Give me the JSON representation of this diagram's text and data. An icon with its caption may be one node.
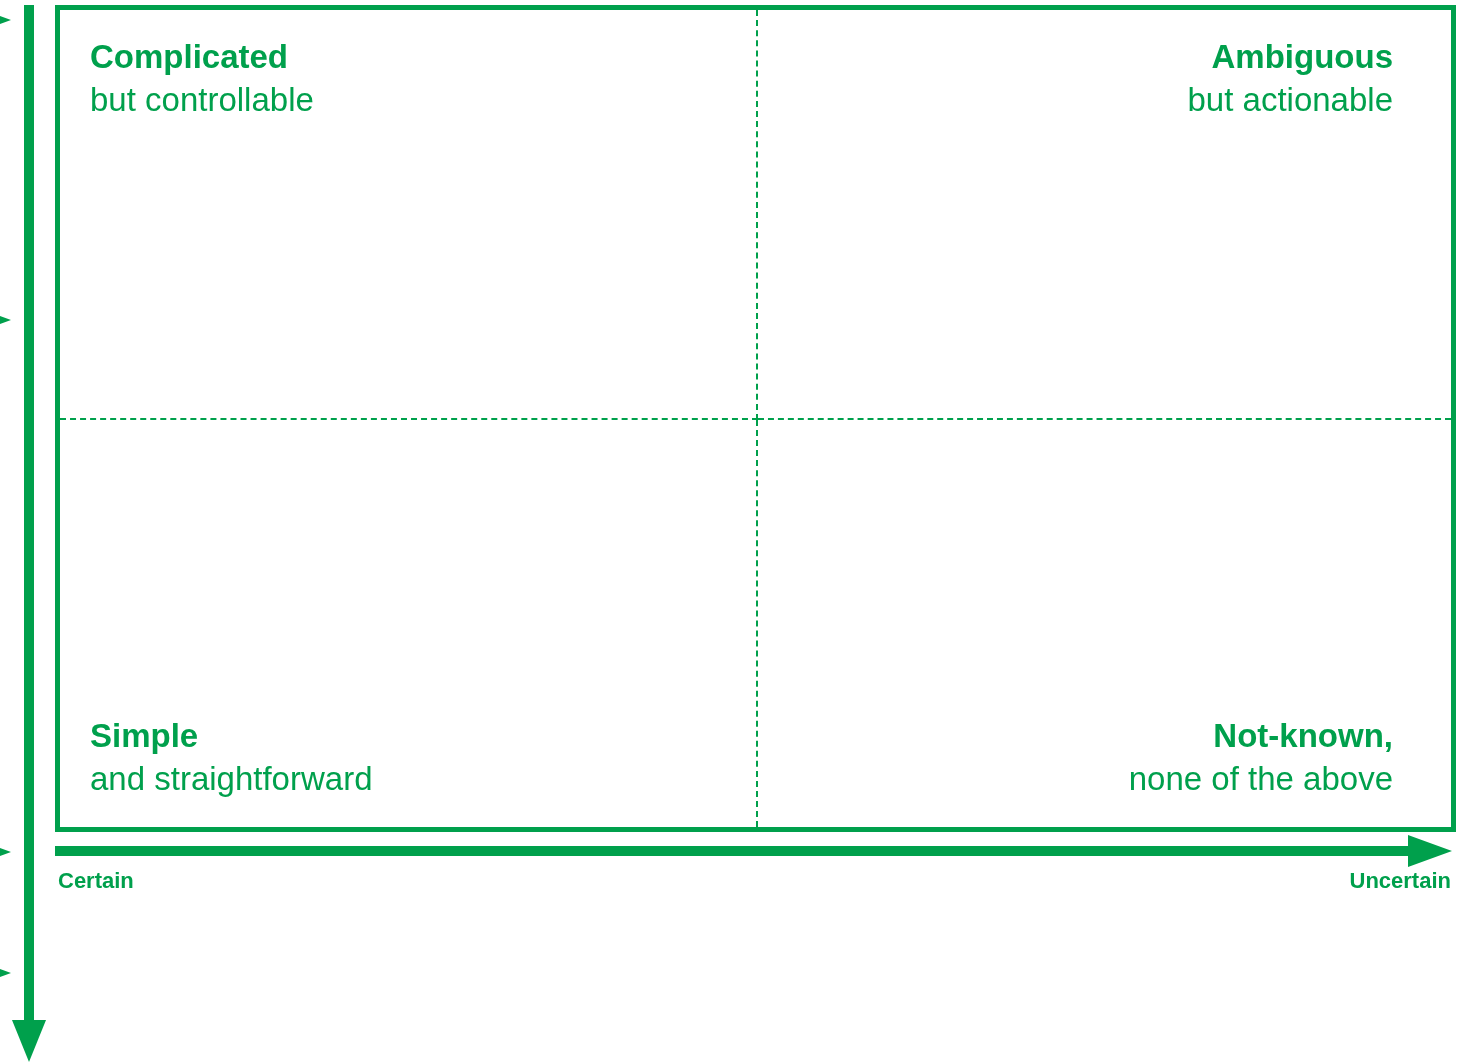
{
  "diagram": {
    "nodes": [
      {
        "text": [
          "Complicated",
          "but controllable"
        ]
      },
      {
        "text": [
          "Ambiguous",
          "but actionable"
        ]
      },
      {
        "text": [
          "Simple",
          "and straightforward"
        ]
      },
      {
        "text": [
          "Not-known,",
          "none of the above"
        ]
      }
    ],
    "labels": [
      "Certain",
      "Uncertain"
    ]
  }
}
